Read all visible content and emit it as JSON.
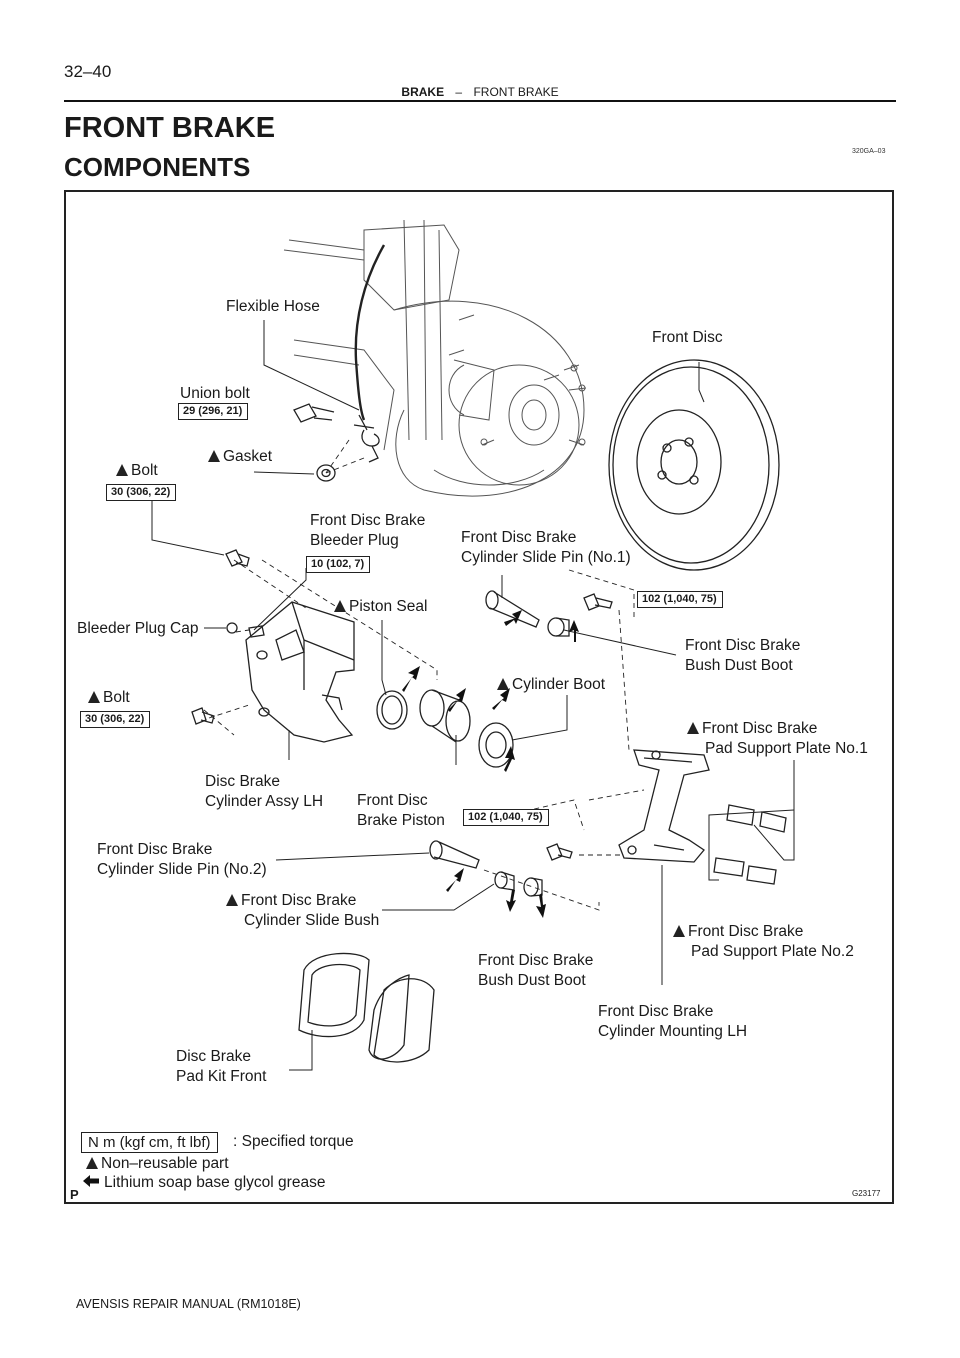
{
  "header": {
    "page_number": "32–40",
    "section": "BRAKE",
    "separator": "–",
    "subsection": "FRONT BRAKE"
  },
  "title": "FRONT BRAKE",
  "subtitle": "COMPONENTS",
  "doc_ref": "320GA–03",
  "figure_id": "G23177",
  "figure_mark": "P",
  "labels": {
    "flexible_hose": "Flexible Hose",
    "front_disc": "Front Disc",
    "union_bolt": "Union bolt",
    "gasket": "Gasket",
    "bolt_top": "Bolt",
    "bleeder_plug_1": "Front Disc Brake",
    "bleeder_plug_2": "Bleeder Plug",
    "slide_pin1_1": "Front Disc Brake",
    "slide_pin1_2": "Cylinder Slide Pin (No.1)",
    "piston_seal": "Piston Seal",
    "bleeder_plug_cap": "Bleeder Plug Cap",
    "bush_dust_boot_r1": "Front Disc Brake",
    "bush_dust_boot_r2": "Bush Dust Boot",
    "cylinder_boot": "Cylinder Boot",
    "bolt_mid": "Bolt",
    "pad_plate1_1": "Front Disc Brake",
    "pad_plate1_2": "Pad Support Plate No.1",
    "cyl_assy_1": "Disc Brake",
    "cyl_assy_2": "Cylinder Assy LH",
    "piston_1": "Front Disc",
    "piston_2": "Brake Piston",
    "slide_pin2_1": "Front Disc Brake",
    "slide_pin2_2": "Cylinder Slide Pin (No.2)",
    "slide_bush_1": "Front Disc Brake",
    "slide_bush_2": "Cylinder Slide Bush",
    "pad_plate2_1": "Front Disc Brake",
    "pad_plate2_2": "Pad Support Plate No.2",
    "bush_dust_boot_b1": "Front Disc Brake",
    "bush_dust_boot_b2": "Bush Dust Boot",
    "mounting_1": "Front Disc Brake",
    "mounting_2": "Cylinder Mounting LH",
    "pad_kit_1": "Disc Brake",
    "pad_kit_2": "Pad Kit Front"
  },
  "torques": {
    "union_bolt": "29 (296, 21)",
    "bolt_top": "30 (306, 22)",
    "bleeder_plug": "10 (102, 7)",
    "mounting_upper": "102 (1,040, 75)",
    "bolt_mid": "30 (306, 22)",
    "mounting_lower": "102 (1,040, 75)"
  },
  "legend": {
    "torque_unit": "N m (kgf cm, ft lbf)",
    "torque_desc": ": Specified torque",
    "non_reusable": "Non–reusable part",
    "grease": "Lithium soap base glycol grease"
  },
  "footer": "AVENSIS REPAIR MANUAL   (RM1018E)"
}
